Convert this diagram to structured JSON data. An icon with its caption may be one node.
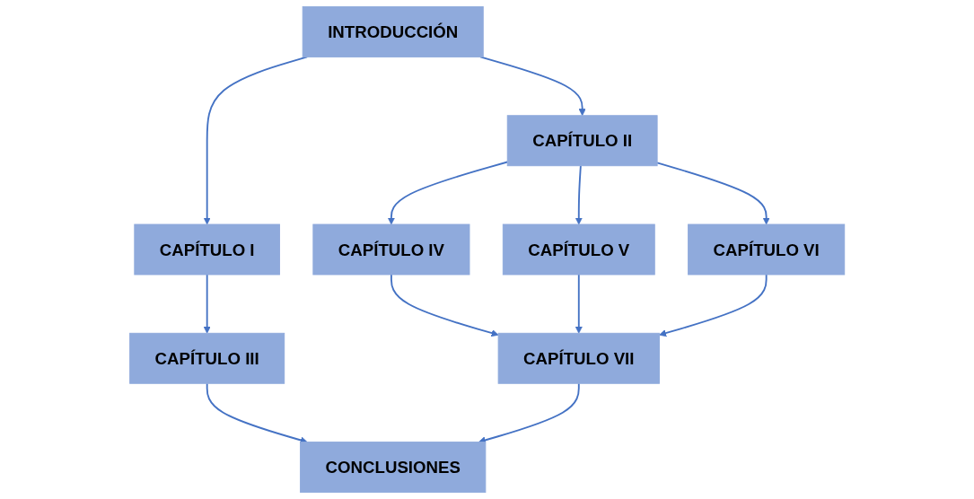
{
  "diagram": {
    "nodes": [
      {
        "text": [
          "INTRODUCCIÓN"
        ]
      },
      {
        "text": [
          "CAPÍTULO I"
        ]
      },
      {
        "text": [
          "CAPÍTULO II"
        ]
      },
      {
        "text": [
          "CAPÍTULO III"
        ]
      },
      {
        "text": [
          "CAPÍTULO IV"
        ]
      },
      {
        "text": [
          "CAPÍTULO V"
        ]
      },
      {
        "text": [
          "CAPÍTULO VI"
        ]
      },
      {
        "text": [
          "CAPÍTULO VII"
        ]
      },
      {
        "text": [
          "CONCLUSIONES"
        ]
      }
    ],
    "edges": [
      {
        "from": 0,
        "to": 1,
        "arrow": "to"
      },
      {
        "from": 0,
        "to": 2,
        "arrow": "to"
      },
      {
        "from": 1,
        "to": 3,
        "arrow": "to"
      },
      {
        "from": 2,
        "to": 4,
        "arrow": "to"
      },
      {
        "from": 2,
        "to": 5,
        "arrow": "to"
      },
      {
        "from": 2,
        "to": 6,
        "arrow": "to"
      },
      {
        "from": 4,
        "to": 7,
        "arrow": "to"
      },
      {
        "from": 5,
        "to": 7,
        "arrow": "to"
      },
      {
        "from": 6,
        "to": 7,
        "arrow": "to"
      },
      {
        "from": 3,
        "to": 8,
        "arrow": "to"
      },
      {
        "from": 7,
        "to": 8,
        "arrow": "to"
      }
    ]
  }
}
